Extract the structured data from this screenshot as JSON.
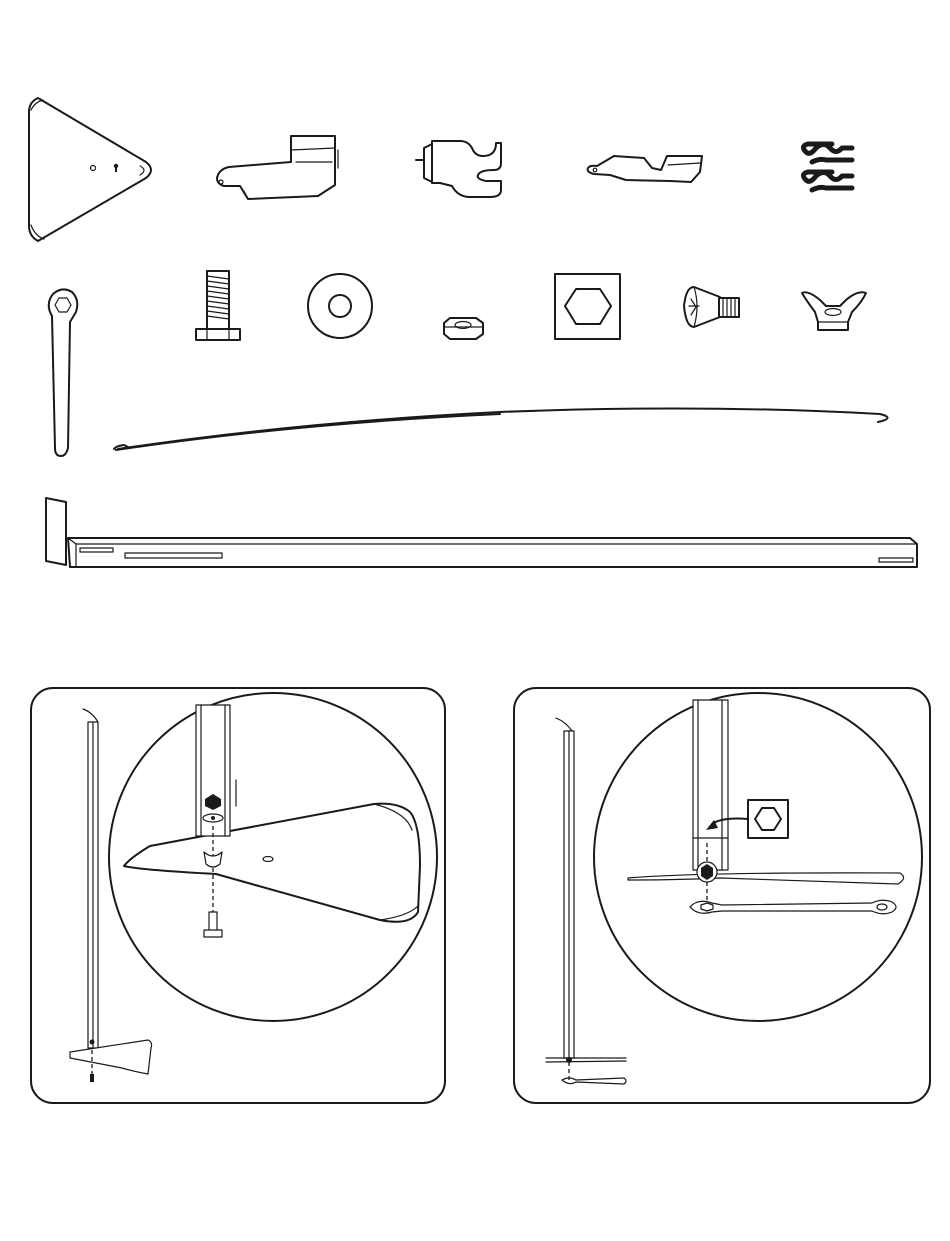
{
  "page": {
    "description_free": true
  },
  "parts": [
    {
      "id": "base-plate",
      "icon": "triangular-base-plate-icon"
    },
    {
      "id": "bracket-a",
      "icon": "angled-bracket-icon"
    },
    {
      "id": "clamp",
      "icon": "fork-clamp-icon"
    },
    {
      "id": "bracket-b",
      "icon": "flat-bracket-icon"
    },
    {
      "id": "spring-clips",
      "icon": "spring-clip-icon",
      "quantity_shown": 2
    },
    {
      "id": "wrench",
      "icon": "wrench-icon"
    },
    {
      "id": "bolt",
      "icon": "hex-bolt-icon"
    },
    {
      "id": "washer",
      "icon": "washer-icon"
    },
    {
      "id": "hex-nut",
      "icon": "hex-nut-icon"
    },
    {
      "id": "hex-socket",
      "icon": "hex-key-symbol-icon"
    },
    {
      "id": "screw",
      "icon": "phillips-screw-icon"
    },
    {
      "id": "wing-nut",
      "icon": "wing-nut-icon"
    },
    {
      "id": "wire",
      "icon": "curved-wire-icon"
    },
    {
      "id": "pole",
      "icon": "long-pole-icon"
    }
  ],
  "steps": [
    {
      "id": "step-1",
      "icon": "attach-base-step-icon"
    },
    {
      "id": "step-2",
      "icon": "tighten-with-wrench-step-icon"
    }
  ],
  "colors": {
    "line": "#1a1a1a",
    "background": "#ffffff"
  }
}
